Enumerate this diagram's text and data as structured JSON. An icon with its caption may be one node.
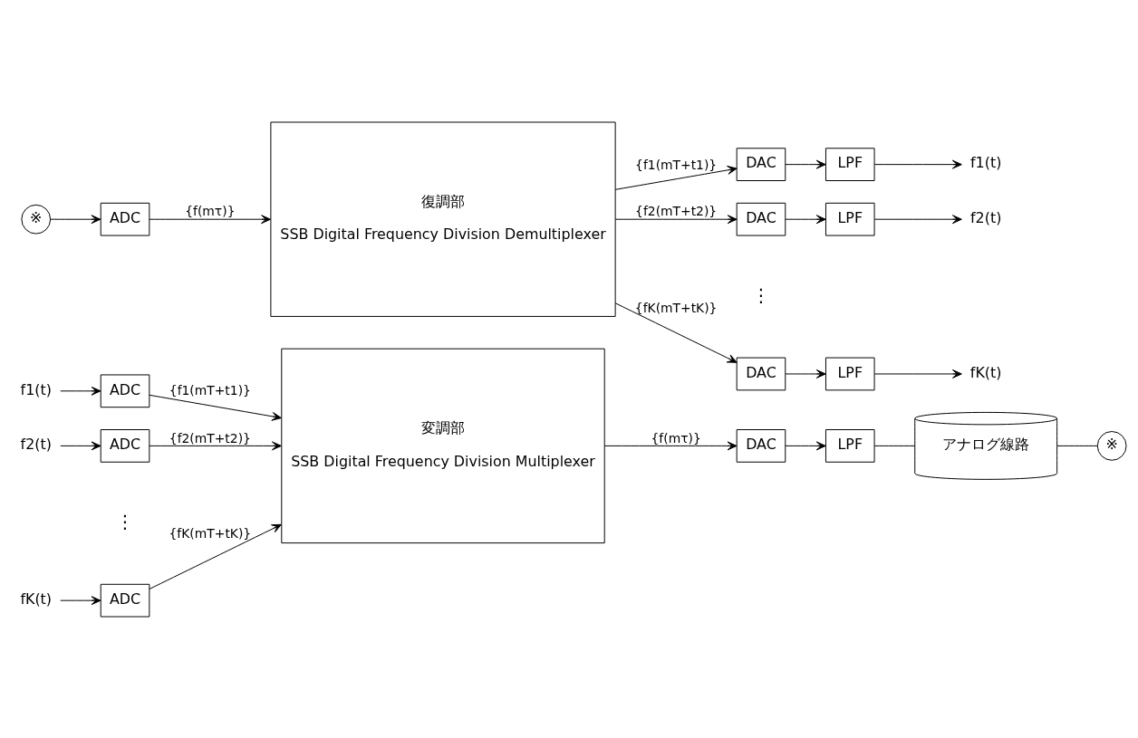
{
  "diagram": {
    "nodes": [
      {
        "text": [
          "f1(t)"
        ]
      },
      {
        "text": [
          "ADC"
        ]
      },
      {
        "text": [
          "f2(t)"
        ]
      },
      {
        "text": [
          "ADC"
        ]
      },
      {
        "text": [
          "fK(t)"
        ]
      },
      {
        "text": [
          "ADC"
        ]
      },
      {
        "text": [
          "変調部",
          "SSB Digital Frequency Division Multiplexer"
        ]
      },
      {
        "text": [
          "DAC"
        ]
      },
      {
        "text": [
          "LPF"
        ]
      },
      {
        "text": [
          "アナログ線路"
        ]
      },
      {
        "text": [
          "※"
        ]
      },
      {
        "text": [
          "※"
        ]
      },
      {
        "text": [
          "ADC"
        ]
      },
      {
        "text": [
          "復調部",
          "SSB Digital Frequency Division Demultiplexer"
        ]
      },
      {
        "text": [
          "DAC"
        ]
      },
      {
        "text": [
          "LPF"
        ]
      },
      {
        "text": [
          "f1(t)"
        ]
      },
      {
        "text": [
          "DAC"
        ]
      },
      {
        "text": [
          "LPF"
        ]
      },
      {
        "text": [
          "f2(t)"
        ]
      },
      {
        "text": [
          "DAC"
        ]
      },
      {
        "text": [
          "LPF"
        ]
      },
      {
        "text": [
          "fK(t)"
        ]
      }
    ],
    "edges": [
      {
        "from": 0,
        "to": 1,
        "arrow": "to"
      },
      {
        "from": 1,
        "to": 6,
        "arrow": "to",
        "label": "{f1(mT+t1)}"
      },
      {
        "from": 2,
        "to": 3,
        "arrow": "to"
      },
      {
        "from": 3,
        "to": 6,
        "arrow": "to",
        "label": "{f2(mT+t2)}"
      },
      {
        "from": 4,
        "to": 5,
        "arrow": "to"
      },
      {
        "from": 5,
        "to": 6,
        "arrow": "to",
        "label": "{fK(mT+tK)}"
      },
      {
        "from": 6,
        "to": 7,
        "arrow": "to",
        "label": "{f(mτ)}"
      },
      {
        "from": 7,
        "to": 8,
        "arrow": "to"
      },
      {
        "from": 8,
        "to": 9,
        "arrow": "none"
      },
      {
        "from": 9,
        "to": 10,
        "arrow": "none"
      },
      {
        "from": 11,
        "to": 12,
        "arrow": "to"
      },
      {
        "from": 12,
        "to": 13,
        "arrow": "to",
        "label": "{f(mτ)}"
      },
      {
        "from": 13,
        "to": 14,
        "arrow": "to",
        "label": "{f1(mT+t1)}"
      },
      {
        "from": 14,
        "to": 15,
        "arrow": "to"
      },
      {
        "from": 15,
        "to": 16,
        "arrow": "to"
      },
      {
        "from": 13,
        "to": 17,
        "arrow": "to",
        "label": "{f2(mT+t2)}"
      },
      {
        "from": 17,
        "to": 18,
        "arrow": "to"
      },
      {
        "from": 18,
        "to": 19,
        "arrow": "to"
      },
      {
        "from": 13,
        "to": 20,
        "arrow": "to",
        "label": "{fK(mT+tK)}"
      },
      {
        "from": 20,
        "to": 21,
        "arrow": "to"
      },
      {
        "from": 21,
        "to": 22,
        "arrow": "to"
      }
    ],
    "labels": [
      "⋮",
      "⋮"
    ]
  }
}
